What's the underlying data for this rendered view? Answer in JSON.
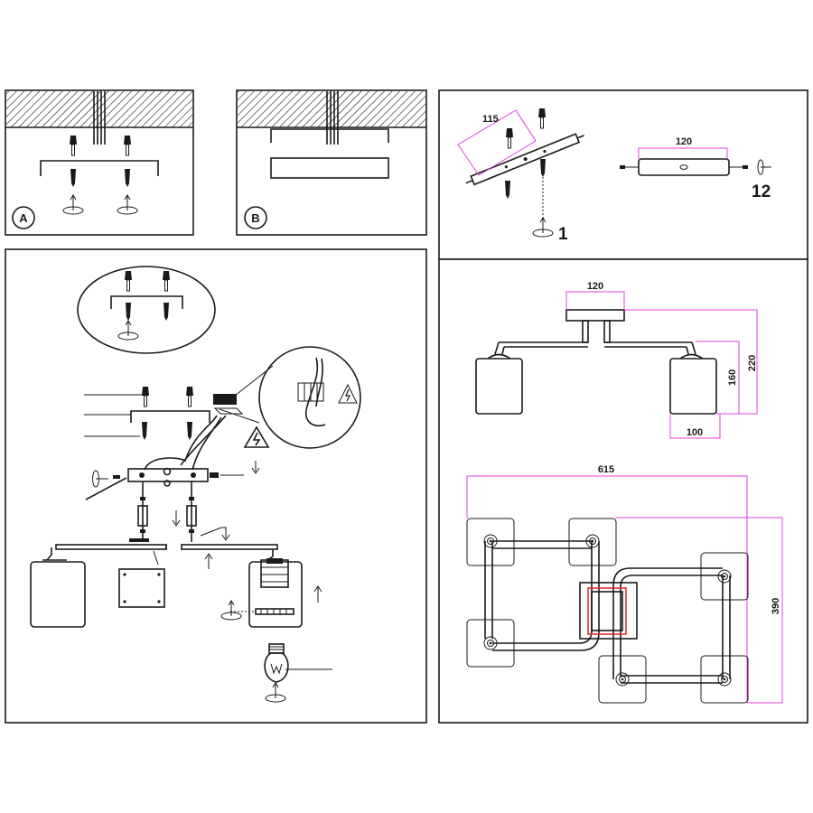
{
  "panels": {
    "a": {
      "label": "A"
    },
    "b": {
      "label": "B"
    },
    "mount": {
      "width_label": "115",
      "qty_label": "1",
      "rod_width_label": "120",
      "rod_qty_label": "12"
    },
    "dims": {
      "canopy_width": "120",
      "height_total": "220",
      "shade_height": "160",
      "shade_width": "100",
      "span_width": "615",
      "span_depth": "390"
    }
  },
  "colors": {
    "line": "#1a1a1a",
    "dimension": "#e040e0",
    "highlight": "#e03030"
  }
}
